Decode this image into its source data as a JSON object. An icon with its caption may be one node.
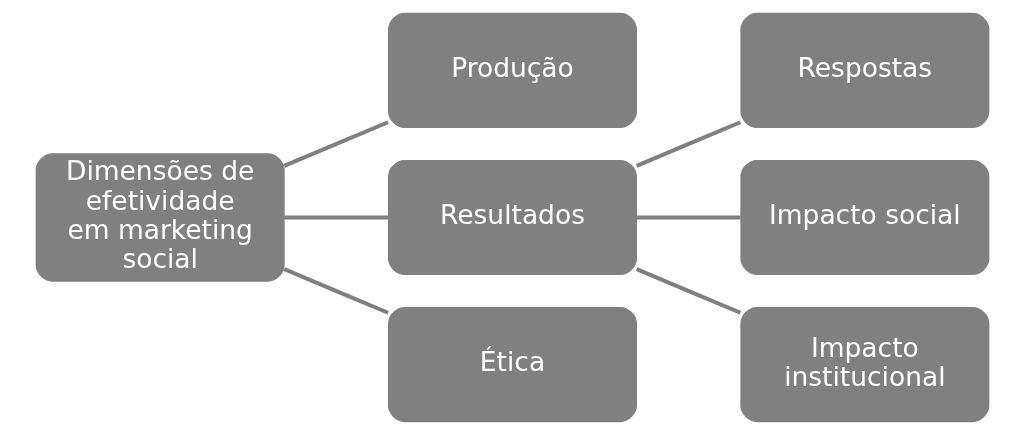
{
  "diagram": {
    "nodes": [
      {
        "text": [
          "Dimensões de efetividade em marketing social"
        ]
      },
      {
        "text": [
          "Produção"
        ]
      },
      {
        "text": [
          "Resultados"
        ]
      },
      {
        "text": [
          "Ética"
        ]
      },
      {
        "text": [
          "Respostas"
        ]
      },
      {
        "text": [
          "Impacto social"
        ]
      },
      {
        "text": [
          "Impacto institucional"
        ]
      }
    ],
    "edges": [
      {
        "from": 0,
        "to": 1,
        "arrow": "none"
      },
      {
        "from": 0,
        "to": 2,
        "arrow": "none"
      },
      {
        "from": 0,
        "to": 3,
        "arrow": "none"
      },
      {
        "from": 2,
        "to": 4,
        "arrow": "none"
      },
      {
        "from": 2,
        "to": 5,
        "arrow": "none"
      },
      {
        "from": 2,
        "to": 6,
        "arrow": "none"
      }
    ]
  }
}
